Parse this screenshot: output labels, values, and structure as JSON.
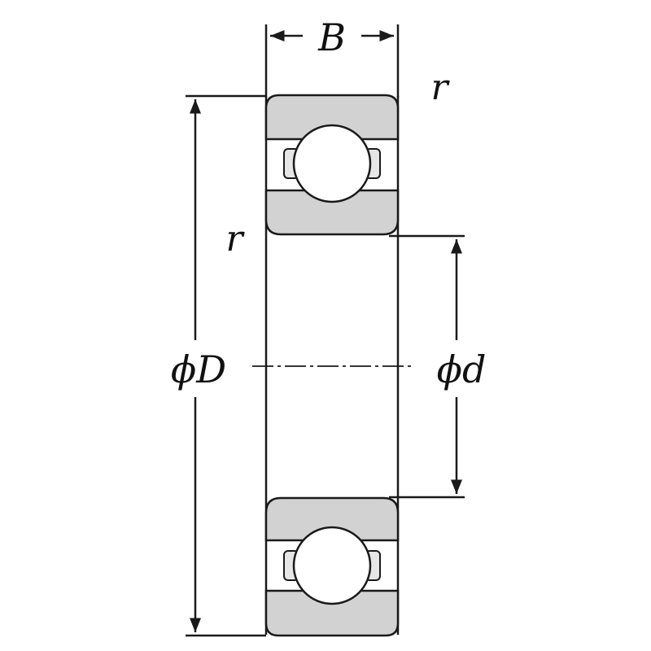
{
  "diagram": {
    "type": "deep-groove-ball-bearing-dimension-drawing",
    "labels": {
      "width": "B",
      "chamfer_top_right": "r",
      "chamfer_left": "r",
      "outer_diameter": "ϕD",
      "inner_diameter": "ϕd"
    },
    "colors": {
      "ring_fill": "#d2d2d2",
      "line": "#1a1a1a",
      "ball_fill": "#ffffff",
      "background": "#ffffff"
    }
  }
}
